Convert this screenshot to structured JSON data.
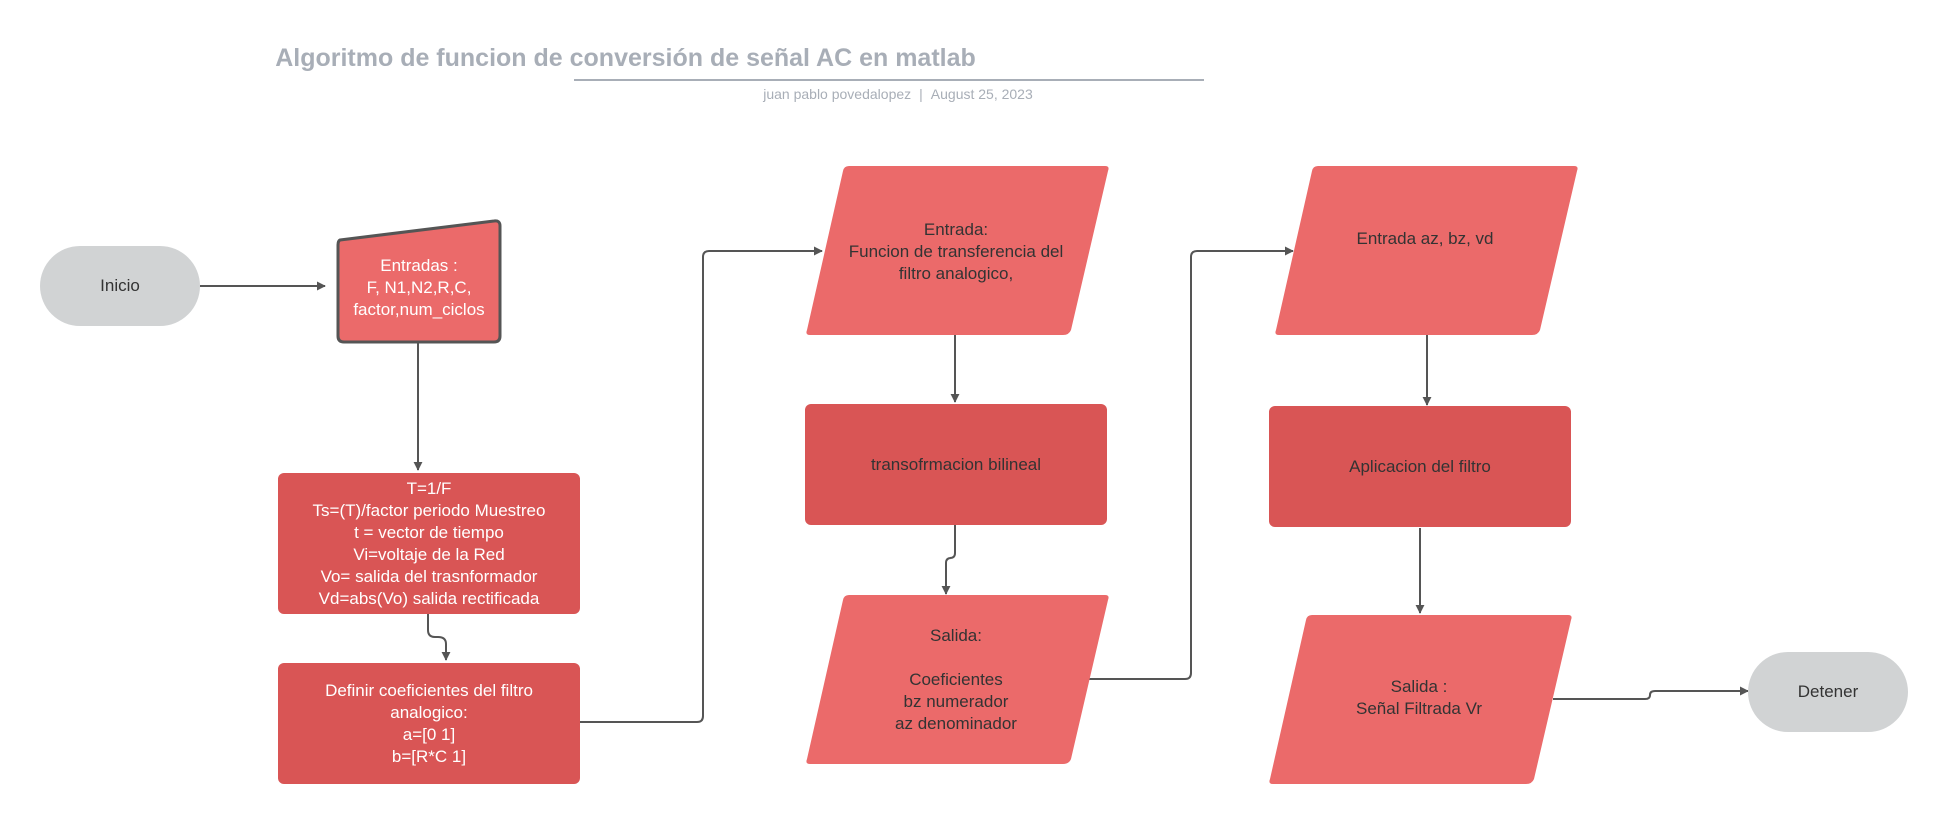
{
  "header": {
    "title": "Algoritmo de funcion de conversión de señal AC en matlab",
    "author": "juan pablo povedalopez",
    "separator": "|",
    "date": "August 25, 2023"
  },
  "colors": {
    "terminal_fill": "#d1d3d4",
    "box_dark": "#d95555",
    "box_light": "#eb6a6a",
    "connector": "#555555",
    "title_text": "#a8aeb7"
  },
  "nodes": {
    "inicio": "Inicio",
    "entradas": "Entradas :\nF, N1,N2,R,C,\nfactor,num_ciclos",
    "calculos": "T=1/F\nTs=(T)/factor periodo Muestreo\nt = vector de tiempo\nVi=voltaje de la Red\nVo= salida del trasnformador\nVd=abs(Vo) salida rectificada",
    "coeficientes": "Definir coeficientes del filtro\nanalogico:\na=[0 1]\nb=[R*C 1]",
    "entrada_funcion": "Entrada:\nFuncion de transferencia del\nfiltro analogico,",
    "bilineal": "transofrmacion bilineal",
    "salida_coef": "Salida:\n\nCoeficientes\nbz numerador\naz denominador",
    "entrada_az": "Entrada az, bz, vd",
    "aplicacion": "Aplicacion del filtro",
    "salida_filtrada": "Salida :\nSeñal Filtrada Vr",
    "detener": "Detener"
  }
}
